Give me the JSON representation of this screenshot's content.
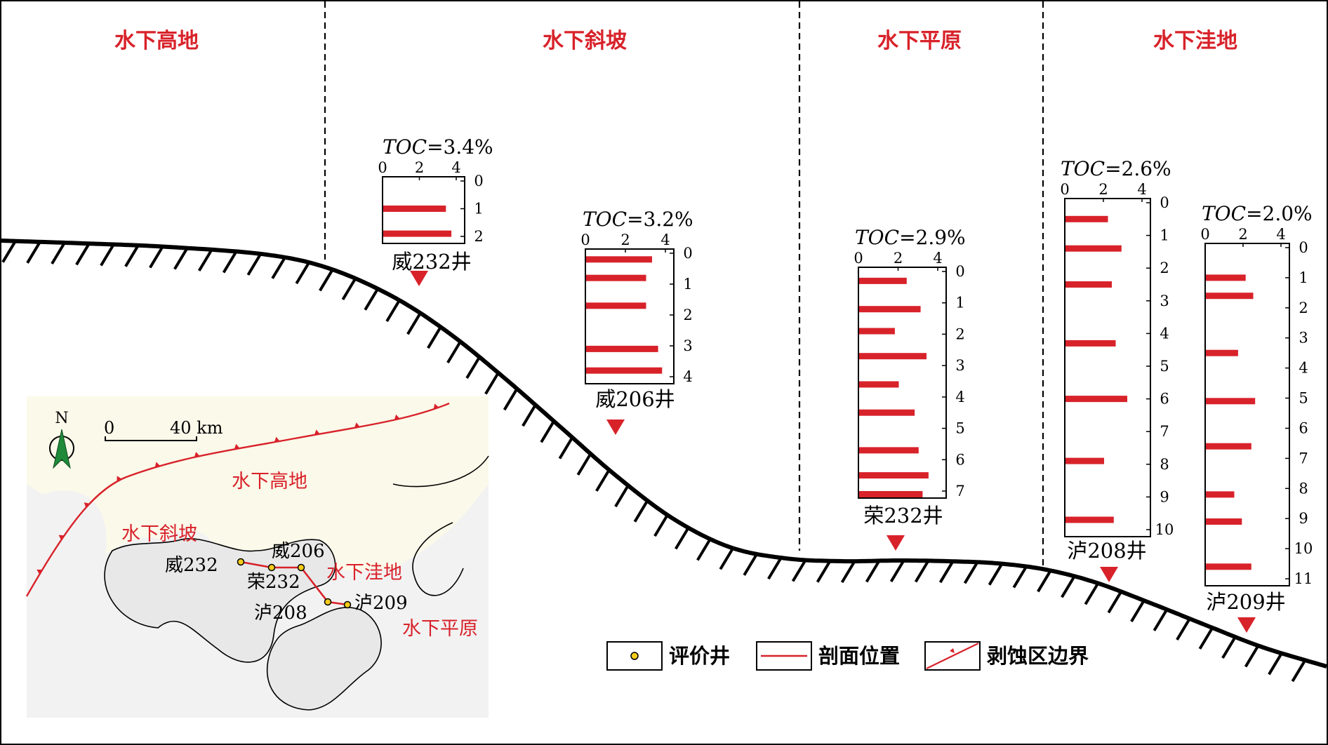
{
  "zones": [
    {
      "label": "水下高地"
    },
    {
      "label": "水下斜坡"
    },
    {
      "label": "水下平原"
    },
    {
      "label": "水下洼地"
    }
  ],
  "colors": {
    "accent": "#d8222a",
    "frame": "#000000",
    "map_background": "#f2f2f2",
    "map_highland": "#fbf9e9",
    "map_region": "#e8e8e8",
    "well_marker": "#f4cc1a",
    "compass": "#1f8a3a"
  },
  "wells": [
    {
      "name": "威232井",
      "toc": "TOC=3.4%",
      "x_ticks": [
        "0",
        "2",
        "4"
      ],
      "depth_ticks": [
        "0",
        "1",
        "2"
      ],
      "depth_max": 2,
      "bars": [
        [
          1.0,
          3.4
        ],
        [
          1.9,
          3.7
        ]
      ]
    },
    {
      "name": "威206井",
      "toc": "TOC=3.2%",
      "x_ticks": [
        "0",
        "2",
        "4"
      ],
      "depth_ticks": [
        "0",
        "1",
        "2",
        "3",
        "4"
      ],
      "depth_max": 4,
      "bars": [
        [
          0.2,
          3.3
        ],
        [
          0.8,
          3.0
        ],
        [
          1.7,
          3.0
        ],
        [
          3.1,
          3.6
        ],
        [
          3.8,
          3.8
        ]
      ]
    },
    {
      "name": "荣232井",
      "toc": "TOC=2.9%",
      "x_ticks": [
        "0",
        "2",
        "4"
      ],
      "depth_ticks": [
        "0",
        "1",
        "2",
        "3",
        "4",
        "5",
        "6",
        "7"
      ],
      "depth_max": 7,
      "bars": [
        [
          0.3,
          2.4
        ],
        [
          1.2,
          3.1
        ],
        [
          1.9,
          1.8
        ],
        [
          2.7,
          3.4
        ],
        [
          3.6,
          2.0
        ],
        [
          4.5,
          2.8
        ],
        [
          5.7,
          3.0
        ],
        [
          6.5,
          3.5
        ],
        [
          7.1,
          3.2
        ]
      ]
    },
    {
      "name": "泸208井",
      "toc": "TOC=2.6%",
      "x_ticks": [
        "0",
        "2",
        "4"
      ],
      "depth_ticks": [
        "0",
        "1",
        "2",
        "3",
        "4",
        "5",
        "6",
        "7",
        "8",
        "9",
        "10"
      ],
      "depth_max": 10,
      "bars": [
        [
          0.5,
          2.2
        ],
        [
          1.4,
          2.9
        ],
        [
          2.5,
          2.4
        ],
        [
          4.3,
          2.6
        ],
        [
          6.0,
          3.2
        ],
        [
          7.9,
          2.0
        ],
        [
          9.7,
          2.5
        ]
      ]
    },
    {
      "name": "泸209井",
      "toc": "TOC=2.0%",
      "x_ticks": [
        "0",
        "2",
        "4"
      ],
      "depth_ticks": [
        "0",
        "1",
        "2",
        "3",
        "4",
        "5",
        "6",
        "7",
        "8",
        "9",
        "10",
        "11"
      ],
      "depth_max": 11,
      "bars": [
        [
          1.0,
          2.1
        ],
        [
          1.6,
          2.5
        ],
        [
          3.5,
          1.7
        ],
        [
          5.1,
          2.6
        ],
        [
          6.6,
          2.4
        ],
        [
          8.2,
          1.5
        ],
        [
          9.1,
          1.9
        ],
        [
          10.6,
          2.4
        ]
      ]
    }
  ],
  "inset_map": {
    "north": "N",
    "scale_zero": "0",
    "scale_label": "40 km",
    "region_labels": [
      "水下高地",
      "水下斜坡",
      "水下洼地",
      "水下平原"
    ],
    "well_labels": [
      "威232",
      "威206",
      "荣232",
      "泸208",
      "泸209"
    ]
  },
  "legend": [
    {
      "label": "评价井",
      "icon": "yellow-well-dot"
    },
    {
      "label": "剖面位置",
      "icon": "red-line"
    },
    {
      "label": "剥蚀区边界",
      "icon": "erosion-boundary-line"
    }
  ]
}
